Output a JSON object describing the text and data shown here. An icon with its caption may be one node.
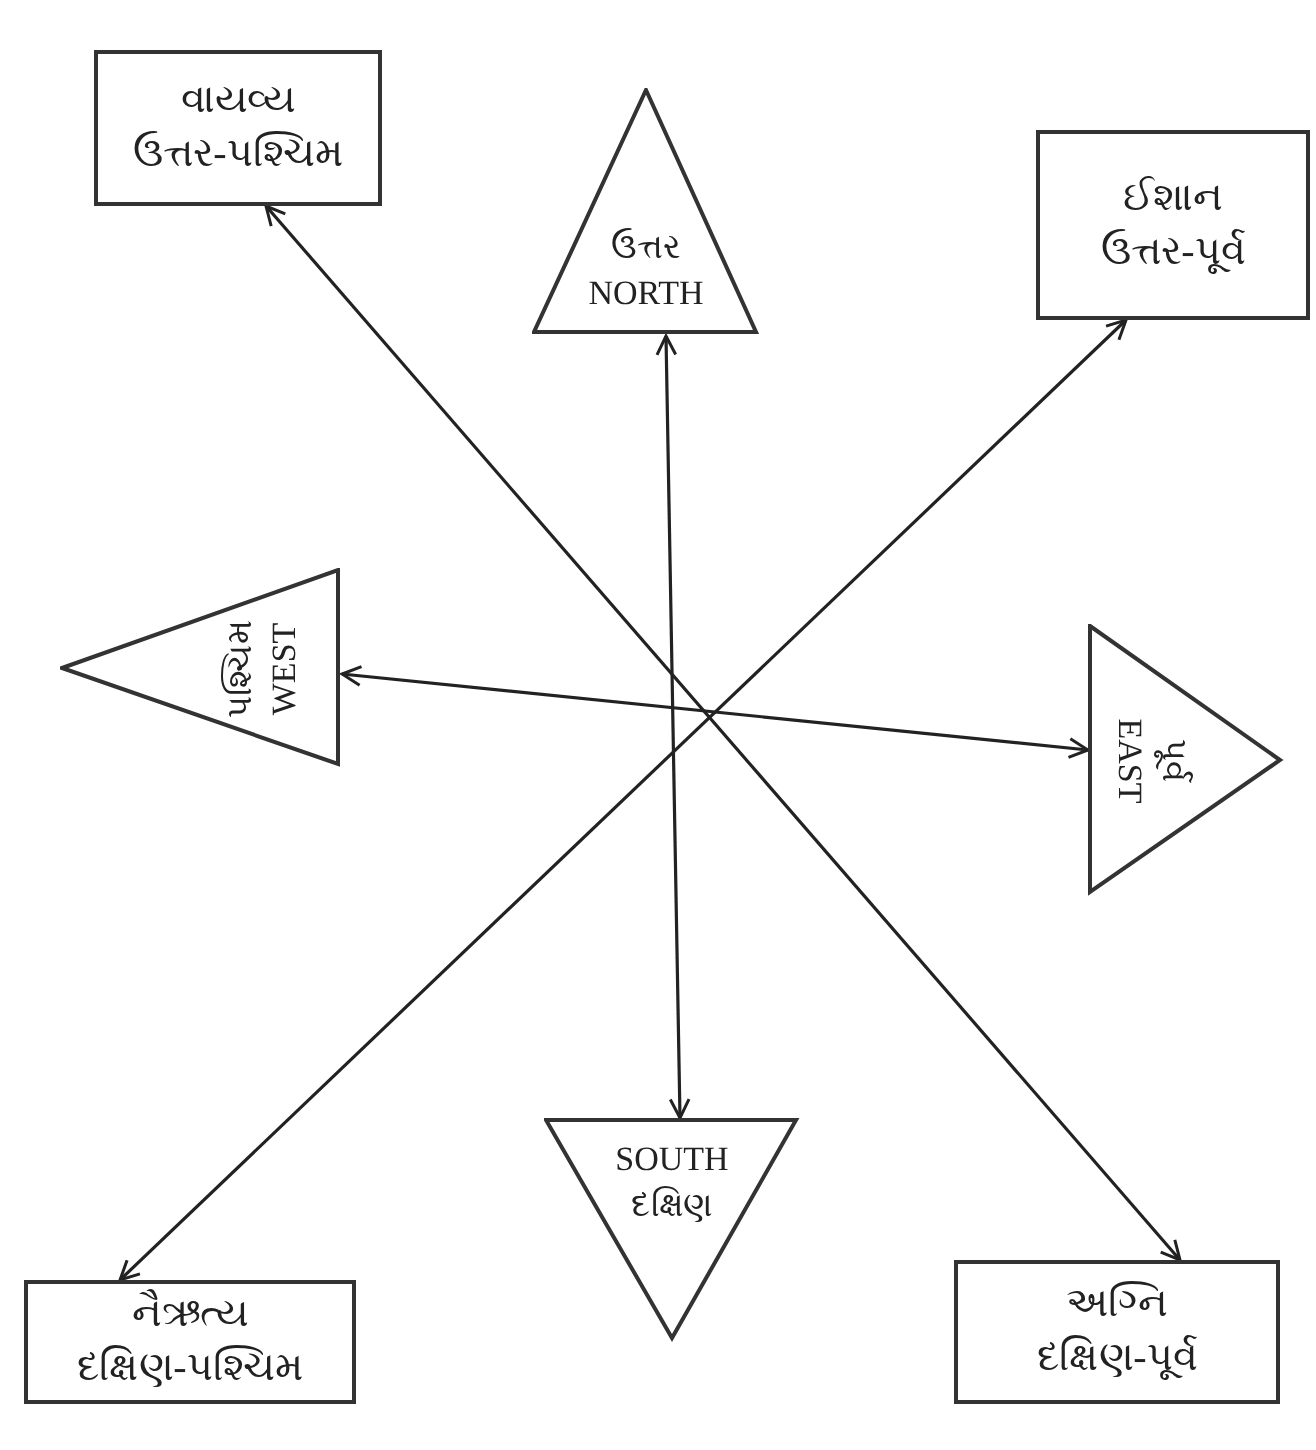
{
  "diagram": {
    "nodes": [
      {
        "text": [
          "વાયવ્ય",
          "ઉત્તર-પશ્ચિમ"
        ]
      },
      {
        "text": [
          "ઉત્તર",
          "NORTH"
        ]
      },
      {
        "text": [
          "ઈશાન",
          "ઉત્તર-પૂર્વ"
        ]
      },
      {
        "text": [
          "પશ્ચિમ",
          "WEST"
        ]
      },
      {
        "text": [
          "પૂર્વ",
          "EAST"
        ]
      },
      {
        "text": [
          "નૈઋત્ય",
          "દક્ષિણ-પશ્ચિમ"
        ]
      },
      {
        "text": [
          "SOUTH",
          "દક્ષિણ"
        ]
      },
      {
        "text": [
          "અગ્નિ",
          "દક્ષિણ-પૂર્વ"
        ]
      }
    ],
    "edges": [
      {
        "from": 1,
        "to": 6,
        "arrow": "both"
      },
      {
        "from": 3,
        "to": 4,
        "arrow": "both"
      },
      {
        "from": 0,
        "to": 7,
        "arrow": "both"
      },
      {
        "from": 2,
        "to": 5,
        "arrow": "both"
      }
    ]
  }
}
